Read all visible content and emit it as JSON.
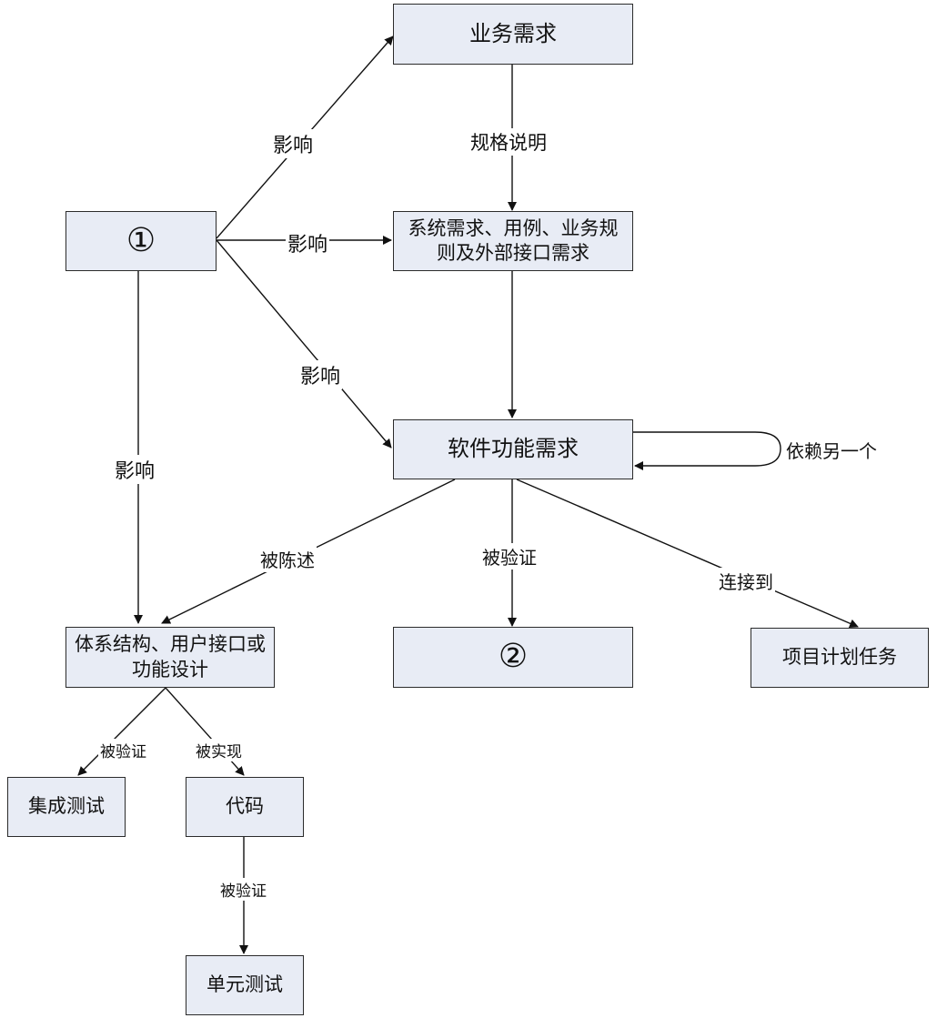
{
  "nodes": {
    "business_req": "业务需求",
    "system_req": "系统需求、用例、业务规则及外部接口需求",
    "software_func_req": "软件功能需求",
    "circle_1": "①",
    "circle_2": "②",
    "architecture": "体系结构、用户接口或功能设计",
    "project_tasks": "项目计划任务",
    "integration_test": "集成测试",
    "code": "代码",
    "unit_test": "单元测试"
  },
  "edges": {
    "spec": "规格说明",
    "influence_top": "影响",
    "influence_mid": "影响",
    "influence_diag": "影响",
    "influence_left": "影响",
    "depends": "依赖另一个",
    "described": "被陈述",
    "verified_mid": "被验证",
    "connected": "连接到",
    "verified_left": "被验证",
    "implemented": "被实现",
    "verified_bottom": "被验证"
  }
}
